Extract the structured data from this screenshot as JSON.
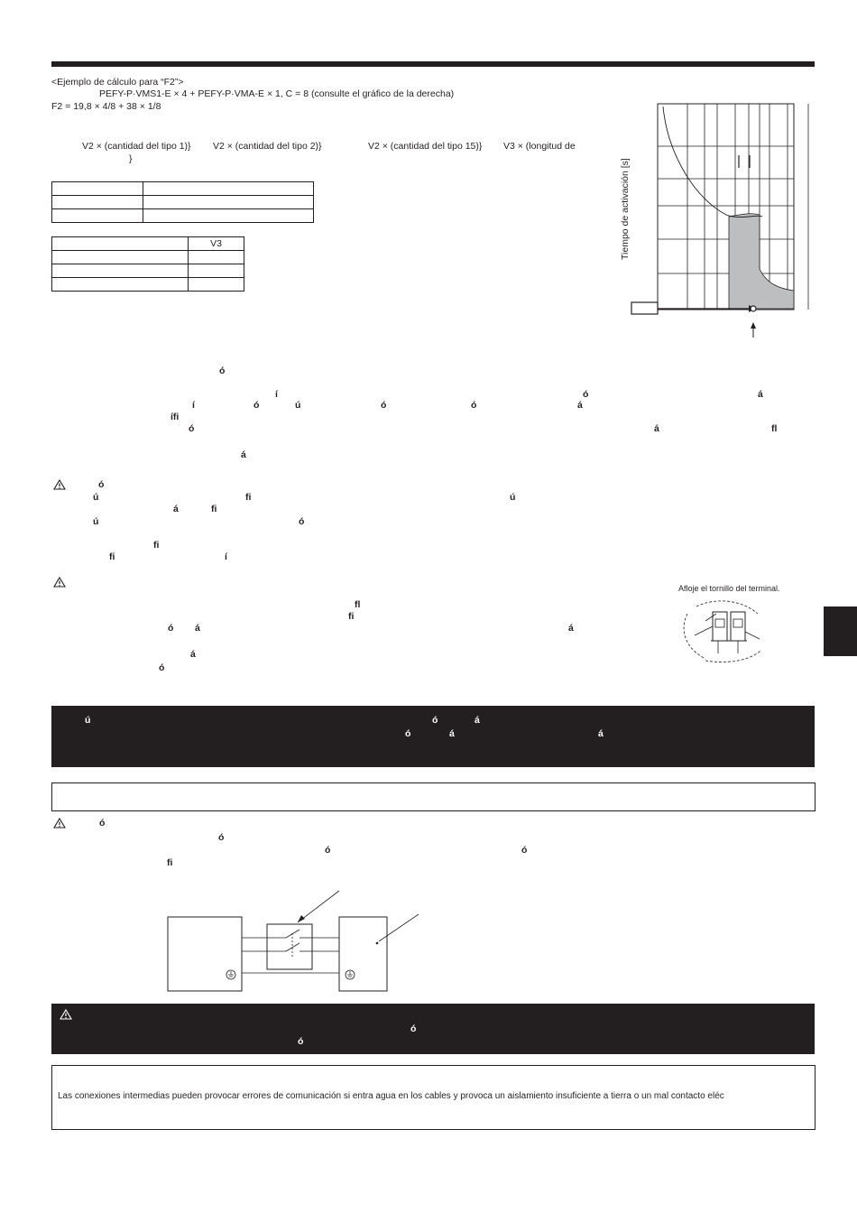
{
  "calc_example": {
    "heading": "<Ejemplo de cálculo para “F2”>",
    "line1": "PEFY-P·VMS1-E × 4 + PEFY-P·VMA-E × 1, C = 8 (consulte el gráfico de la derecha)",
    "line2": "F2 = 19,8 × 4/8 + 38 × 1/8"
  },
  "formula": {
    "part1": "V2 × (cantidad del tipo 1)}",
    "part2": "V2 × (cantidad del tipo 2)}",
    "part3": "V2 × (cantidad del tipo 15)}",
    "part4": "V3 × (longitud de",
    "brace": "}"
  },
  "table2": {
    "header_col2": "V3"
  },
  "chart": {
    "ylabel": "Tiempo de activación [s]"
  },
  "accent_chars": {
    "a1": "ó",
    "a2": "í",
    "a3": "ó",
    "a4": "á",
    "a5": "í",
    "a6": "ó",
    "a7": "ú",
    "a8": "ó",
    "a9": "ó",
    "a10": "á",
    "a11": "ífi",
    "a12": "ó",
    "a13": "á",
    "a14": "fl",
    "a15": "á",
    "a16": "ó",
    "a17": "ú",
    "a18": "fi",
    "a19": "ú",
    "a20": "á",
    "a21": "fi",
    "a22": "ú",
    "a23": "ó",
    "a24": "fi",
    "a25": "fi",
    "a26": "í",
    "a27": "fl",
    "a28": "fi",
    "a29": "ó",
    "a30": "á",
    "a31": "á",
    "a32": "á",
    "a33": "ó",
    "b1": "ú",
    "b2": "ó",
    "b3": "á",
    "b4": "ó",
    "b5": "á",
    "b6": "á",
    "c1": "ó",
    "c2": "ó",
    "c3": "ó",
    "c4": "ó",
    "c5": "fi",
    "d1": "ó",
    "d2": "ó"
  },
  "terminal_caption": "Afloje el tornillo del terminal.",
  "bottom_note": "Las conexiones intermedias pueden provocar errores de comunicación si entra agua en los cables y provoca un aislamiento insuficiente a tierra o un mal contacto eléc",
  "colors": {
    "dark": "#231f20",
    "shade": "#bcbec0"
  }
}
